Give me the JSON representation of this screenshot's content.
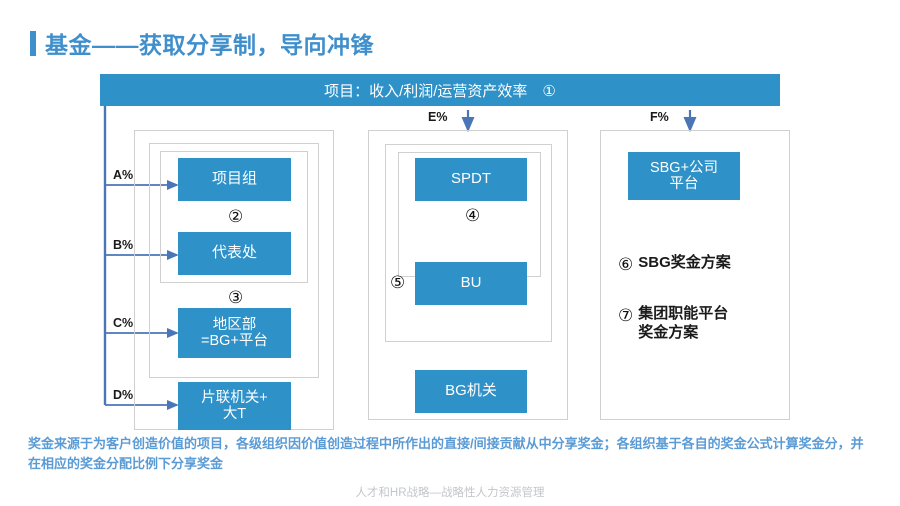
{
  "slide": {
    "title": "基金——获取分享制，导向冲锋",
    "accent_color": "#3f8fcc",
    "box_color": "#2e91c8",
    "frame_color": "#d0d0d0",
    "caption_color": "#5b9bd5"
  },
  "header": {
    "label": "项目：收入/利润/运营资产效率　①"
  },
  "percent_labels": {
    "a": "A%",
    "b": "B%",
    "c": "C%",
    "d": "D%",
    "e": "E%",
    "f": "F%"
  },
  "left_column": {
    "boxes": [
      {
        "label": "项目组"
      },
      {
        "label": "代表处"
      },
      {
        "label": "地区部\n=BG+平台"
      },
      {
        "label": "片联机关+\n大T"
      }
    ],
    "markers": [
      {
        "symbol": "②"
      },
      {
        "symbol": "③"
      }
    ]
  },
  "middle_column": {
    "boxes": [
      {
        "label": "SPDT"
      },
      {
        "label": "BU"
      },
      {
        "label": "BG机关"
      }
    ],
    "markers": [
      {
        "symbol": "④"
      },
      {
        "symbol": "⑤"
      }
    ]
  },
  "right_column": {
    "boxes": [
      {
        "label": "SBG+公司\n平台"
      }
    ],
    "schemes": [
      {
        "symbol": "⑥",
        "text": "SBG奖金方案"
      },
      {
        "symbol": "⑦",
        "text": "集团职能平台\n奖金方案"
      }
    ]
  },
  "caption": {
    "text": "奖金来源于为客户创造价值的项目，各级组织因价值创造过程中所作出的直接/间接贡献从中分享奖金；各组织基于各自的奖金公式计算奖金分，并在相应的奖金分配比例下分享奖金"
  },
  "footer": {
    "text": "人才和HR战略—战略性人力资源管理"
  }
}
